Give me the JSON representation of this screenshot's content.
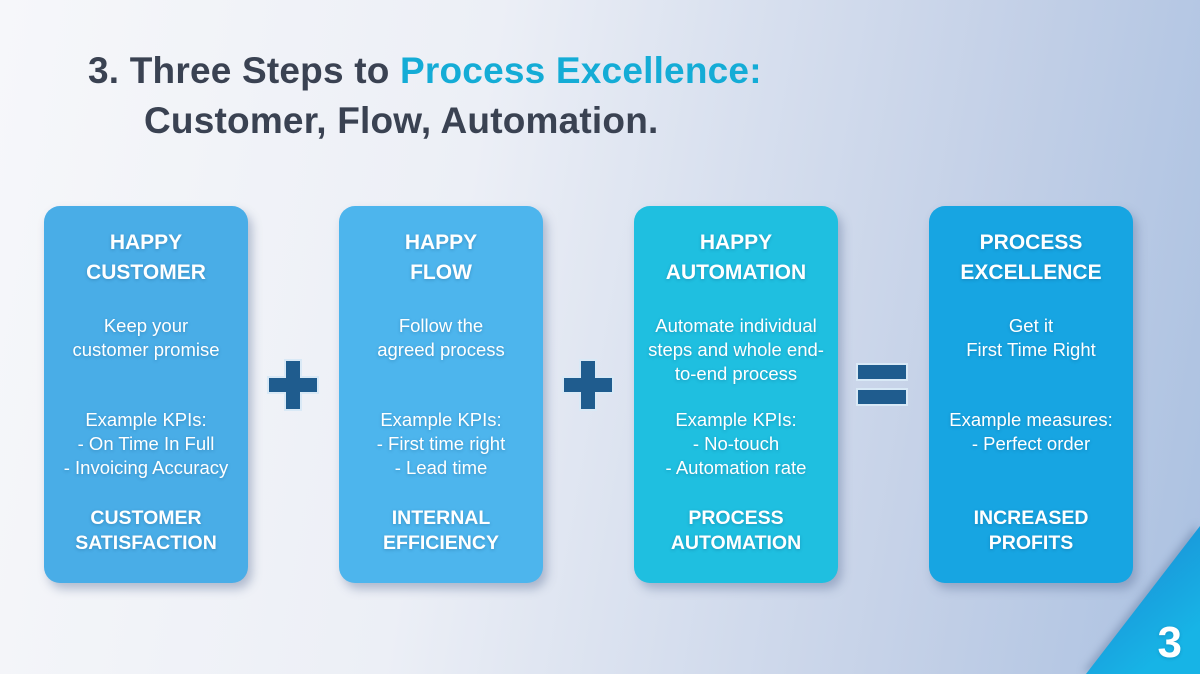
{
  "slide": {
    "title": {
      "line1_prefix": "3. Three Steps to ",
      "line1_accent": "Process Excellence:",
      "line2": "Customer, Flow, Automation.",
      "text_color": "#3A4252",
      "accent_color": "#14ACD6"
    },
    "cards": [
      {
        "heading": "HAPPY\nCUSTOMER",
        "body": "Keep your\ncustomer promise",
        "kpis": "Example KPIs:\n- On Time In Full\n- Invoicing Accuracy",
        "footer": "CUSTOMER\nSATISFACTION",
        "bg_color": "#49ADE7"
      },
      {
        "heading": "HAPPY\nFLOW",
        "body": "Follow the\nagreed process",
        "kpis": "Example KPIs:\n- First time right\n- Lead time",
        "footer": "INTERNAL\nEFFICIENCY",
        "bg_color": "#4DB5ED"
      },
      {
        "heading": "HAPPY\nAUTOMATION",
        "body": "Automate individual\nsteps and whole end-\nto-end process",
        "kpis": "Example KPIs:\n- No-touch\n- Automation rate",
        "footer": "PROCESS\nAUTOMATION",
        "bg_color": "#1FBFE0"
      },
      {
        "heading": "PROCESS\nEXCELLENCE",
        "body": "Get it\nFirst Time Right",
        "kpis": "Example measures:\n- Perfect order",
        "footer": "INCREASED\nPROFITS",
        "bg_color": "#17A5E2"
      }
    ],
    "operators": [
      {
        "name": "plus-icon",
        "symbol": "+",
        "color": "#1F5C8E"
      },
      {
        "name": "plus-icon",
        "symbol": "+",
        "color": "#1F5C8E"
      },
      {
        "name": "equals-icon",
        "symbol": "=",
        "color": "#1F5C8E"
      }
    ],
    "page_number": "3"
  }
}
